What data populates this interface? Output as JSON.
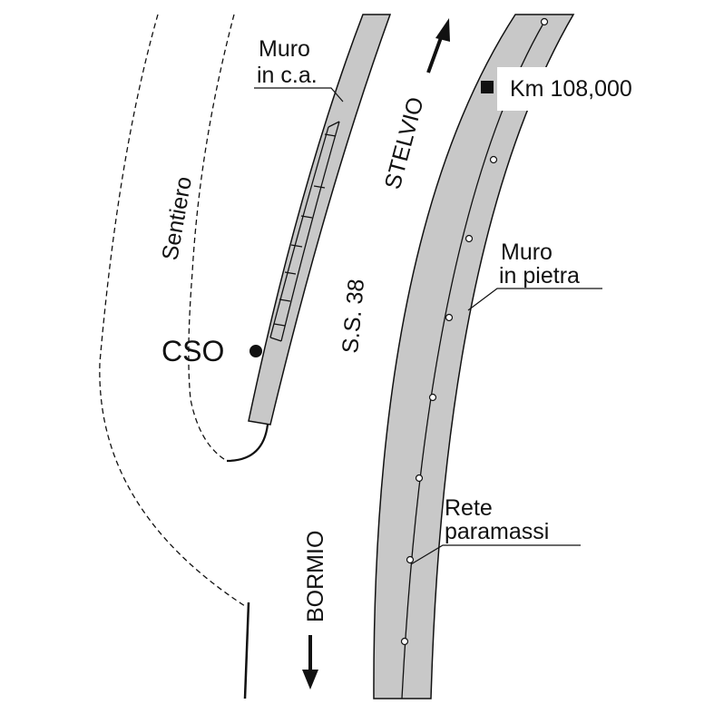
{
  "labels": {
    "muro_ca_line1": "Muro",
    "muro_ca_line2": "in c.a.",
    "sentiero": "Sentiero",
    "cso": "CSO",
    "stelvio": "STELVIO",
    "ss38": "S.S. 38",
    "bormio": "BORMIO",
    "km_marker": "Km 108,000",
    "muro_pietra_line1": "Muro",
    "muro_pietra_line2": "in pietra",
    "rete_line1": "Rete",
    "rete_line2": "paramassi"
  },
  "colors": {
    "wall_fill": "#c8c8c8",
    "ink": "#111111",
    "background": "#ffffff"
  },
  "legend_symbols": {
    "km_marker_icon": "filled-square",
    "cso_icon": "filled-circle",
    "rete_post_icon": "hollow-circle"
  }
}
